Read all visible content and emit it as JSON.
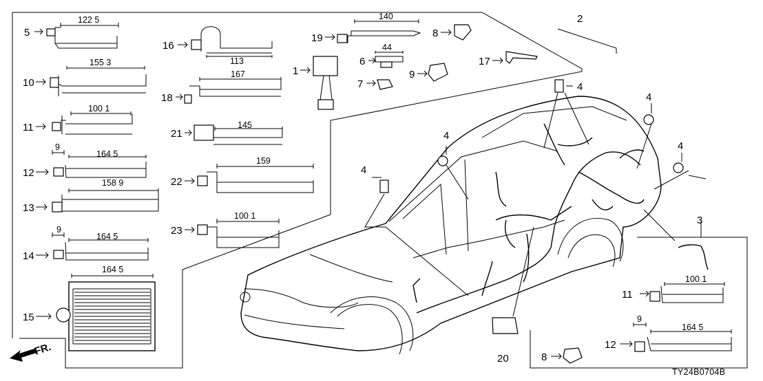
{
  "parts": [
    {
      "id": "5",
      "dims": [
        "122 5"
      ]
    },
    {
      "id": "10",
      "dims": [
        "155 3"
      ]
    },
    {
      "id": "11",
      "dims": [
        "100 1"
      ]
    },
    {
      "id": "12",
      "dims": [
        "9",
        "164 5"
      ]
    },
    {
      "id": "13",
      "dims": [
        "158 9"
      ]
    },
    {
      "id": "14",
      "dims": [
        "9",
        "164 5"
      ]
    },
    {
      "id": "15",
      "dims": [
        "164 5"
      ]
    },
    {
      "id": "16",
      "dims": [
        "113"
      ]
    },
    {
      "id": "18",
      "dims": [
        "167"
      ]
    },
    {
      "id": "21",
      "dims": [
        "145"
      ]
    },
    {
      "id": "22",
      "dims": [
        "159"
      ]
    },
    {
      "id": "23",
      "dims": [
        "100 1"
      ]
    },
    {
      "id": "19",
      "dims": [
        "140"
      ]
    },
    {
      "id": "1",
      "dims": []
    },
    {
      "id": "6",
      "dims": [
        "44"
      ]
    },
    {
      "id": "7",
      "dims": []
    },
    {
      "id": "8",
      "dims": []
    },
    {
      "id": "9",
      "dims": []
    },
    {
      "id": "17",
      "dims": []
    },
    {
      "id": "2",
      "dims": []
    },
    {
      "id": "3",
      "dims": []
    },
    {
      "id": "4",
      "dims": []
    },
    {
      "id": "20",
      "dims": []
    },
    {
      "id": "11",
      "dims": [
        "100 1"
      ]
    },
    {
      "id": "12",
      "dims": [
        "9",
        "164 5"
      ]
    },
    {
      "id": "8",
      "dims": []
    }
  ],
  "callouts": {
    "p5": "5",
    "p10": "10",
    "p11": "11",
    "p12": "12",
    "p13": "13",
    "p14": "14",
    "p15": "15",
    "p16": "16",
    "p18": "18",
    "p21": "21",
    "p22": "22",
    "p23": "23",
    "p19": "19",
    "p1": "1",
    "p6": "6",
    "p7": "7",
    "p8a": "8",
    "p9": "9",
    "p17": "17",
    "p2": "2",
    "p3": "3",
    "p4a": "4",
    "p4b": "4",
    "p4c": "4",
    "p4d": "4",
    "p4e": "4",
    "p20": "20",
    "p11b": "11",
    "p12b": "12",
    "p8b": "8"
  },
  "dims": {
    "d5": "122 5",
    "d10": "155 3",
    "d11": "100 1",
    "d12a": "9",
    "d12b": "164 5",
    "d13": "158 9",
    "d14a": "9",
    "d14b": "164 5",
    "d15": "164 5",
    "d16": "113",
    "d18": "167",
    "d21": "145",
    "d22": "159",
    "d23": "100 1",
    "d19": "140",
    "d6": "44",
    "d11b": "100 1",
    "d12c": "9",
    "d12d": "164 5"
  },
  "direction_label": "FR.",
  "diagram_code": "TY24B0704B"
}
